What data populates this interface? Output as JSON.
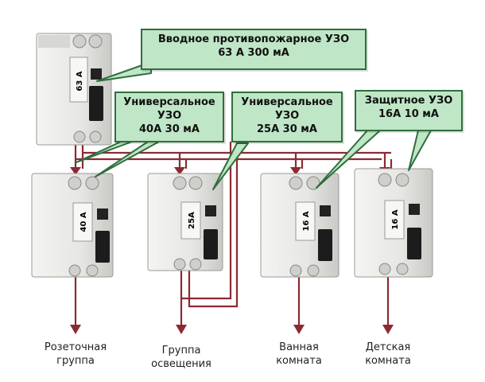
{
  "colors": {
    "wire": "#8c2a32",
    "callout_fill": "#bfe6c6",
    "callout_border": "#2f6e3c",
    "device_body": "#e8e8e6",
    "device_shadow": "#b9b9b6",
    "handle": "#1c1c1c"
  },
  "callouts": {
    "main": {
      "line1": "Вводное противопожарное УЗО",
      "line2": "63 А 300 мА"
    },
    "universal_1": {
      "line1": "Универсальное",
      "line2": "УЗО",
      "line3": "40А 30 мА"
    },
    "universal_2": {
      "line1": "Универсальное",
      "line2": "УЗО",
      "line3": "25А 30 мА"
    },
    "protective": {
      "line1": "Защитное УЗО",
      "line2": "16А 10 мА"
    }
  },
  "device_labels": {
    "main": "63 А",
    "rcd1": "40 А",
    "rcd2": "25А",
    "rcd3": "16 А",
    "rcd4": "16 А"
  },
  "outputs": {
    "socket_group": {
      "line1": "Розеточная",
      "line2": "группа"
    },
    "lighting_group": {
      "line1": "Группа",
      "line2": "освещения"
    },
    "bathroom": {
      "line1": "Ванная",
      "line2": "комната"
    },
    "nursery": {
      "line1": "Детская",
      "line2": "комната"
    }
  }
}
